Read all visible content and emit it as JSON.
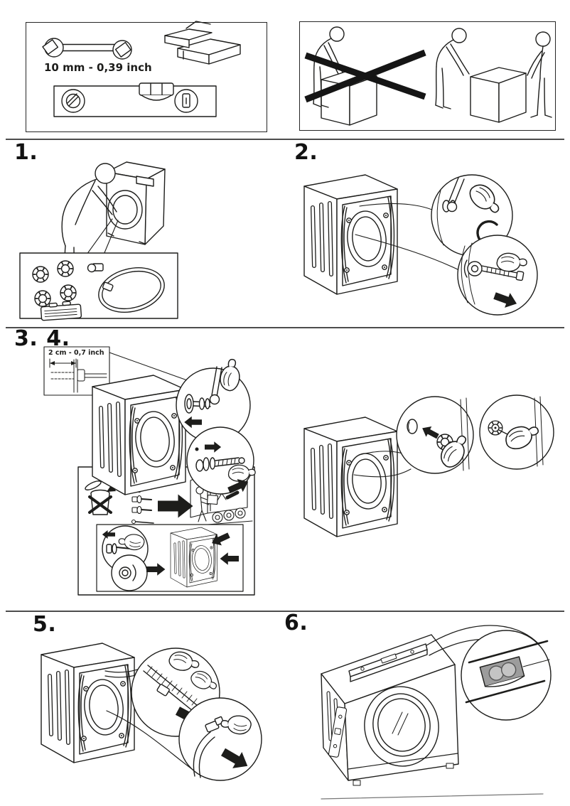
{
  "page": {
    "background": "#ffffff",
    "ink": "#1d1d1b",
    "divider_color": "#4d4d4d"
  },
  "tools_panel": {
    "wrench_size_label": "10 mm - 0,39 inch",
    "icons": [
      "open-end-wrench-icon",
      "toolbox-icon",
      "spirit-level-icon"
    ]
  },
  "lifting_panel": {
    "icons": [
      "one-person-lift-crossed-out-icon",
      "two-person-lift-icon"
    ]
  },
  "steps": [
    {
      "label": "1.",
      "illustration": "unpack-and-check-accessories"
    },
    {
      "label": "2.",
      "illustration": "unscrew-and-remove-transport-bolts"
    },
    {
      "label": "3.",
      "illustration": "keep-transport-bolts-for-future-moves"
    },
    {
      "label": "4.",
      "illustration": "fit-plastic-caps-into-bolt-holes"
    },
    {
      "label": "5.",
      "illustration": "release-drain-and-inlet-hoses"
    },
    {
      "label": "6.",
      "illustration": "check-machine-is-level"
    }
  ],
  "annotations": {
    "wall_gap_label": "2 cm - 0,7 inch"
  }
}
